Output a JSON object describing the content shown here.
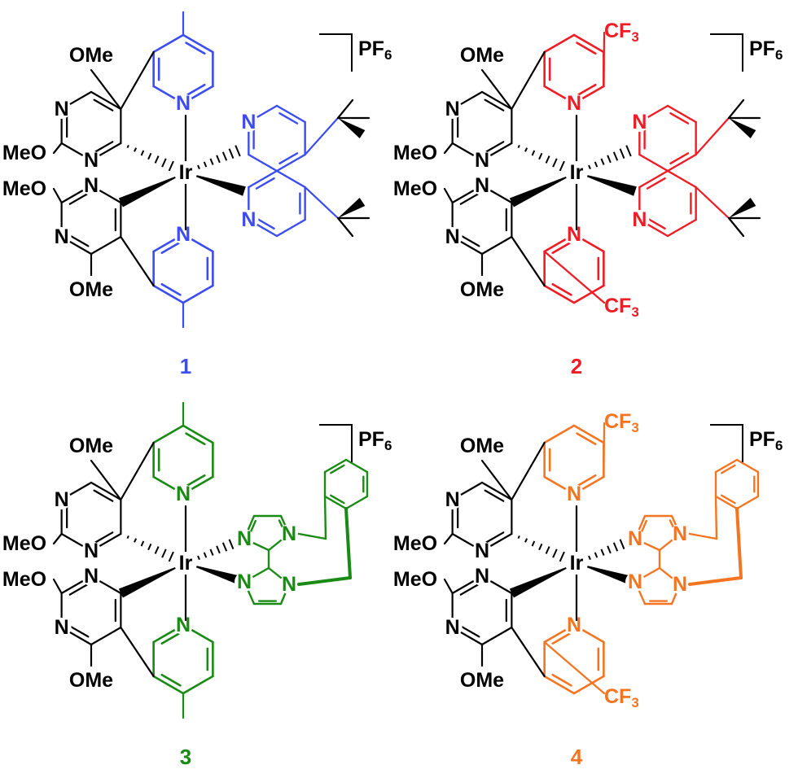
{
  "compounds": [
    {
      "number": "1",
      "color": "#3b4cf0",
      "pyridine_substituent": "CH3",
      "ancillary_ligand": "bipyridine-di-tert-butyl",
      "counterion": {
        "main": "PF",
        "sub": "6"
      },
      "labels": {
        "ir": "Ir",
        "n": "N",
        "ome": "OMe",
        "meo": "MeO"
      }
    },
    {
      "number": "2",
      "color": "#ee1c24",
      "pyridine_substituent": "CF3",
      "ancillary_ligand": "bipyridine-di-tert-butyl",
      "counterion": {
        "main": "PF",
        "sub": "6"
      },
      "labels": {
        "ir": "Ir",
        "n": "N",
        "ome": "OMe",
        "meo": "MeO",
        "cf": "CF",
        "cf_sub": "3"
      }
    },
    {
      "number": "3",
      "color": "#198a13",
      "pyridine_substituent": "CH3",
      "ancillary_ligand": "xylyl-bridged-biimidazole",
      "counterion": {
        "main": "PF",
        "sub": "6"
      },
      "labels": {
        "ir": "Ir",
        "n": "N",
        "ome": "OMe",
        "meo": "MeO"
      }
    },
    {
      "number": "4",
      "color": "#f47521",
      "pyridine_substituent": "CF3",
      "ancillary_ligand": "xylyl-bridged-biimidazole",
      "counterion": {
        "main": "PF",
        "sub": "6"
      },
      "labels": {
        "ir": "Ir",
        "n": "N",
        "ome": "OMe",
        "meo": "MeO",
        "cf": "CF",
        "cf_sub": "3"
      }
    }
  ]
}
